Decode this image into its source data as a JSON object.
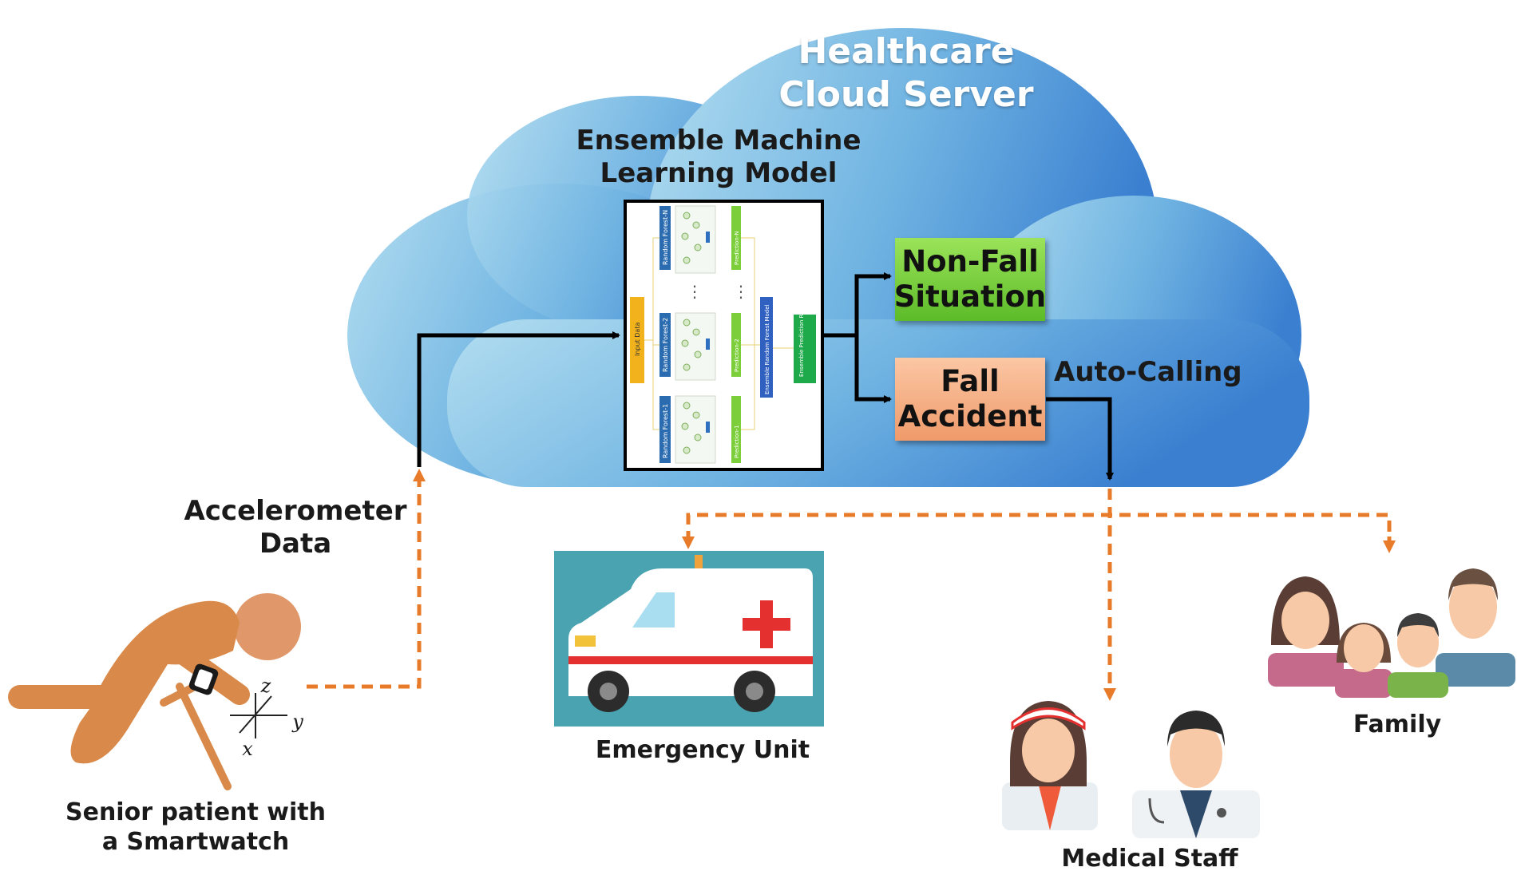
{
  "cloud": {
    "title_line1": "Healthcare",
    "title_line2": "Cloud Server"
  },
  "model": {
    "title_line1": "Ensemble Machine",
    "title_line2": "Learning Model",
    "input_label": "Input Data",
    "forest_labels": [
      "Random Forest-N",
      "Random Forest-2",
      "Random Forest-1"
    ],
    "prediction_labels": [
      "Prediction-N",
      "Prediction-2",
      "Prediction-1"
    ],
    "ensemble_label": "Ensemble Random Forest Model",
    "result_label": "Ensemble Prediction Result",
    "ellipsis": "⋮"
  },
  "outcomes": {
    "non_fall_line1": "Non-Fall",
    "non_fall_line2": "Situation",
    "fall_line1": "Fall",
    "fall_line2": "Accident",
    "auto_calling": "Auto-Calling"
  },
  "patient": {
    "data_label_line1": "Accelerometer",
    "data_label_line2": "Data",
    "caption_line1": "Senior patient with",
    "caption_line2": "a Smartwatch",
    "axis_x": "x",
    "axis_y": "y",
    "axis_z": "z"
  },
  "recipients": {
    "emergency": "Emergency Unit",
    "medical": "Medical Staff",
    "family": "Family"
  },
  "colors": {
    "cloud_light": "#a9d8ee",
    "cloud_dark": "#3f86d2",
    "dashed_arrow": "#e87b2a",
    "solid_arrow": "#000000",
    "ambulance_bg": "#4aa3b0",
    "patient_figure": "#d98a4a"
  }
}
